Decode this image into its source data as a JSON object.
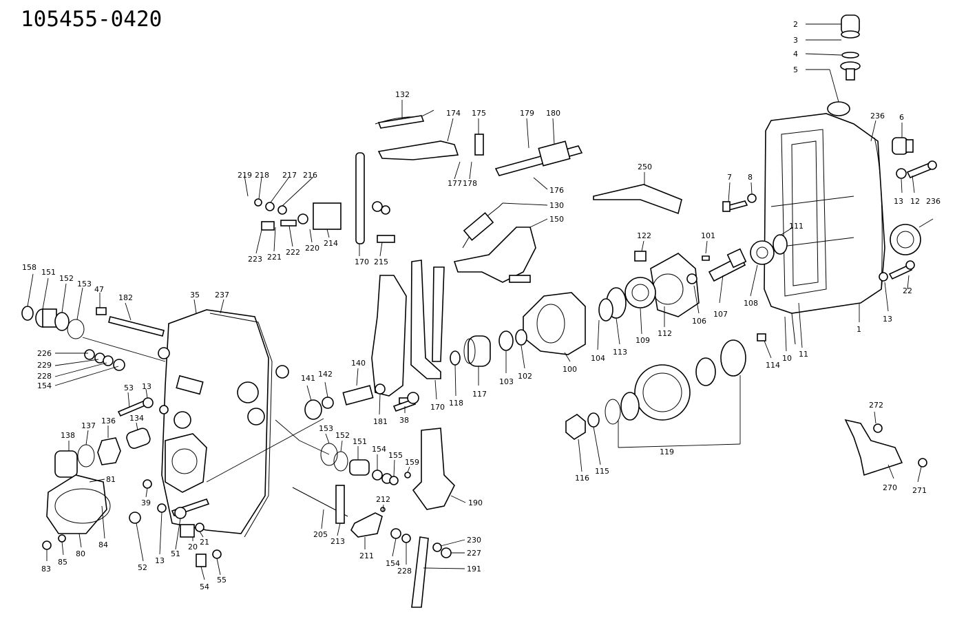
{
  "title": "105455-0420",
  "labels": [
    {
      "id": "l2",
      "text": "2"
    },
    {
      "id": "l3",
      "text": "3"
    },
    {
      "id": "l4",
      "text": "4"
    },
    {
      "id": "l5",
      "text": "5"
    },
    {
      "id": "l6",
      "text": "6"
    },
    {
      "id": "l236a",
      "text": "236"
    },
    {
      "id": "l7",
      "text": "7"
    },
    {
      "id": "l8",
      "text": "8"
    },
    {
      "id": "l13a",
      "text": "13"
    },
    {
      "id": "l12",
      "text": "12"
    },
    {
      "id": "l236b",
      "text": "236"
    },
    {
      "id": "l111",
      "text": "111"
    },
    {
      "id": "l101",
      "text": "101"
    },
    {
      "id": "l122",
      "text": "122"
    },
    {
      "id": "l250",
      "text": "250"
    },
    {
      "id": "l22",
      "text": "22"
    },
    {
      "id": "l13b",
      "text": "13"
    },
    {
      "id": "l1",
      "text": "1"
    },
    {
      "id": "l10",
      "text": "10"
    },
    {
      "id": "l11",
      "text": "11"
    },
    {
      "id": "l114",
      "text": "114"
    },
    {
      "id": "l108",
      "text": "108"
    },
    {
      "id": "l107",
      "text": "107"
    },
    {
      "id": "l106",
      "text": "106"
    },
    {
      "id": "l112",
      "text": "112"
    },
    {
      "id": "l109",
      "text": "109"
    },
    {
      "id": "l113",
      "text": "113"
    },
    {
      "id": "l104",
      "text": "104"
    },
    {
      "id": "l100",
      "text": "100"
    },
    {
      "id": "l102",
      "text": "102"
    },
    {
      "id": "l103",
      "text": "103"
    },
    {
      "id": "l117",
      "text": "117"
    },
    {
      "id": "l118",
      "text": "118"
    },
    {
      "id": "l170a",
      "text": "170"
    },
    {
      "id": "l38",
      "text": "38"
    },
    {
      "id": "l181",
      "text": "181"
    },
    {
      "id": "l140",
      "text": "140"
    },
    {
      "id": "l142",
      "text": "142"
    },
    {
      "id": "l141",
      "text": "141"
    },
    {
      "id": "l132",
      "text": "132"
    },
    {
      "id": "l174",
      "text": "174"
    },
    {
      "id": "l175",
      "text": "175"
    },
    {
      "id": "l179",
      "text": "179"
    },
    {
      "id": "l180",
      "text": "180"
    },
    {
      "id": "l177",
      "text": "177"
    },
    {
      "id": "l178",
      "text": "178"
    },
    {
      "id": "l176",
      "text": "176"
    },
    {
      "id": "l130",
      "text": "130"
    },
    {
      "id": "l150",
      "text": "150"
    },
    {
      "id": "l219",
      "text": "219"
    },
    {
      "id": "l218",
      "text": "218"
    },
    {
      "id": "l217",
      "text": "217"
    },
    {
      "id": "l216",
      "text": "216"
    },
    {
      "id": "l223",
      "text": "223"
    },
    {
      "id": "l221",
      "text": "221"
    },
    {
      "id": "l222",
      "text": "222"
    },
    {
      "id": "l220",
      "text": "220"
    },
    {
      "id": "l214",
      "text": "214"
    },
    {
      "id": "l170b",
      "text": "170"
    },
    {
      "id": "l215",
      "text": "215"
    },
    {
      "id": "l158",
      "text": "158"
    },
    {
      "id": "l151a",
      "text": "151"
    },
    {
      "id": "l152a",
      "text": "152"
    },
    {
      "id": "l153a",
      "text": "153"
    },
    {
      "id": "l47",
      "text": "47"
    },
    {
      "id": "l182",
      "text": "182"
    },
    {
      "id": "l35",
      "text": "35"
    },
    {
      "id": "l237",
      "text": "237"
    },
    {
      "id": "l226",
      "text": "226"
    },
    {
      "id": "l229",
      "text": "229"
    },
    {
      "id": "l228a",
      "text": "228"
    },
    {
      "id": "l154a",
      "text": "154"
    },
    {
      "id": "l53",
      "text": "53"
    },
    {
      "id": "l13c",
      "text": "13"
    },
    {
      "id": "l138",
      "text": "138"
    },
    {
      "id": "l137",
      "text": "137"
    },
    {
      "id": "l136",
      "text": "136"
    },
    {
      "id": "l134",
      "text": "134"
    },
    {
      "id": "l81",
      "text": "81"
    },
    {
      "id": "l39",
      "text": "39"
    },
    {
      "id": "l84",
      "text": "84"
    },
    {
      "id": "l80",
      "text": "80"
    },
    {
      "id": "l85",
      "text": "85"
    },
    {
      "id": "l83",
      "text": "83"
    },
    {
      "id": "l52",
      "text": "52"
    },
    {
      "id": "l13d",
      "text": "13"
    },
    {
      "id": "l51",
      "text": "51"
    },
    {
      "id": "l20",
      "text": "20"
    },
    {
      "id": "l21",
      "text": "21"
    },
    {
      "id": "l54",
      "text": "54"
    },
    {
      "id": "l55",
      "text": "55"
    },
    {
      "id": "l153b",
      "text": "153"
    },
    {
      "id": "l152b",
      "text": "152"
    },
    {
      "id": "l151b",
      "text": "151"
    },
    {
      "id": "l154b",
      "text": "154"
    },
    {
      "id": "l155",
      "text": "155"
    },
    {
      "id": "l159",
      "text": "159"
    },
    {
      "id": "l190",
      "text": "190"
    },
    {
      "id": "l212",
      "text": "212"
    },
    {
      "id": "l205",
      "text": "205"
    },
    {
      "id": "l213",
      "text": "213"
    },
    {
      "id": "l211",
      "text": "211"
    },
    {
      "id": "l154c",
      "text": "154"
    },
    {
      "id": "l228b",
      "text": "228"
    },
    {
      "id": "l230",
      "text": "230"
    },
    {
      "id": "l227",
      "text": "227"
    },
    {
      "id": "l191",
      "text": "191"
    },
    {
      "id": "l116a",
      "text": "116"
    },
    {
      "id": "l115",
      "text": "115"
    },
    {
      "id": "l119",
      "text": "119"
    },
    {
      "id": "l272",
      "text": "272"
    },
    {
      "id": "l270",
      "text": "270"
    },
    {
      "id": "l271",
      "text": "271"
    }
  ]
}
